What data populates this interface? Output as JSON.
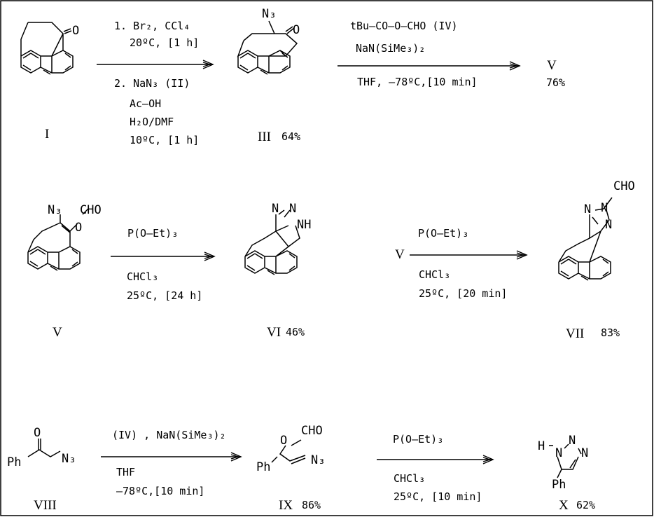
{
  "row1": {
    "compound_I": {
      "label": "I",
      "atoms": {
        "o": "O"
      }
    },
    "step1": {
      "line1": "1. Br₂, CCl₄",
      "line2": "20ºC, [1 h]",
      "line3": "2. NaN₃  (II)",
      "line4": "Ac–OH",
      "line5": "H₂O/DMF",
      "line6": "10ºC, [1 h]"
    },
    "compound_III": {
      "label": "III",
      "yield": "64%",
      "atoms": {
        "n3": "N₃",
        "o": "O"
      }
    },
    "step2": {
      "line1": "tBu—CO—O—CHO  (IV)",
      "line2": "NaN(SiMe₃)₂",
      "line3": "THF,  –78ºC,[10 min]"
    },
    "compound_V": {
      "label": "V",
      "yield": "76%"
    }
  },
  "row2": {
    "compound_V": {
      "label": "V",
      "atoms": {
        "n3": "N₃",
        "cho": "CHO",
        "o": "O"
      }
    },
    "step3": {
      "line1": "P(O–Et)₃",
      "line2": "CHCl₃",
      "line3": "25ºC, [24 h]"
    },
    "compound_VI": {
      "label": "VI",
      "yield": "46%",
      "atoms": {
        "n1": "N",
        "n2": "N",
        "nh": "NH"
      }
    },
    "reactant_V": "V",
    "step4": {
      "line1": "P(O–Et)₃",
      "line2": "CHCl₃",
      "line3": "25ºC, [20 min]"
    },
    "compound_VII": {
      "label": "VII",
      "yield": "83%",
      "atoms": {
        "cho": "CHO",
        "n1": "N",
        "n2": "N",
        "n3": "N"
      }
    }
  },
  "row3": {
    "compound_VIII": {
      "label": "VIII",
      "atoms": {
        "o": "O",
        "ph": "Ph",
        "n3": "N₃"
      }
    },
    "step5": {
      "line1": "(IV) , NaN(SiMe₃)₂",
      "line2": "THF",
      "line3": "–78ºC,[10 min]"
    },
    "compound_IX": {
      "label": "IX",
      "yield": "86%",
      "atoms": {
        "o": "O",
        "cho": "CHO",
        "ph": "Ph",
        "n3": "N₃"
      }
    },
    "step6": {
      "line1": "P(O–Et)₃",
      "line2": "CHCl₃",
      "line3": "25ºC, [10 min]"
    },
    "compound_X": {
      "label": "X",
      "yield": "62%",
      "atoms": {
        "h": "H",
        "n1": "N",
        "n2": "N",
        "n3": "N",
        "ph": "Ph"
      }
    }
  }
}
